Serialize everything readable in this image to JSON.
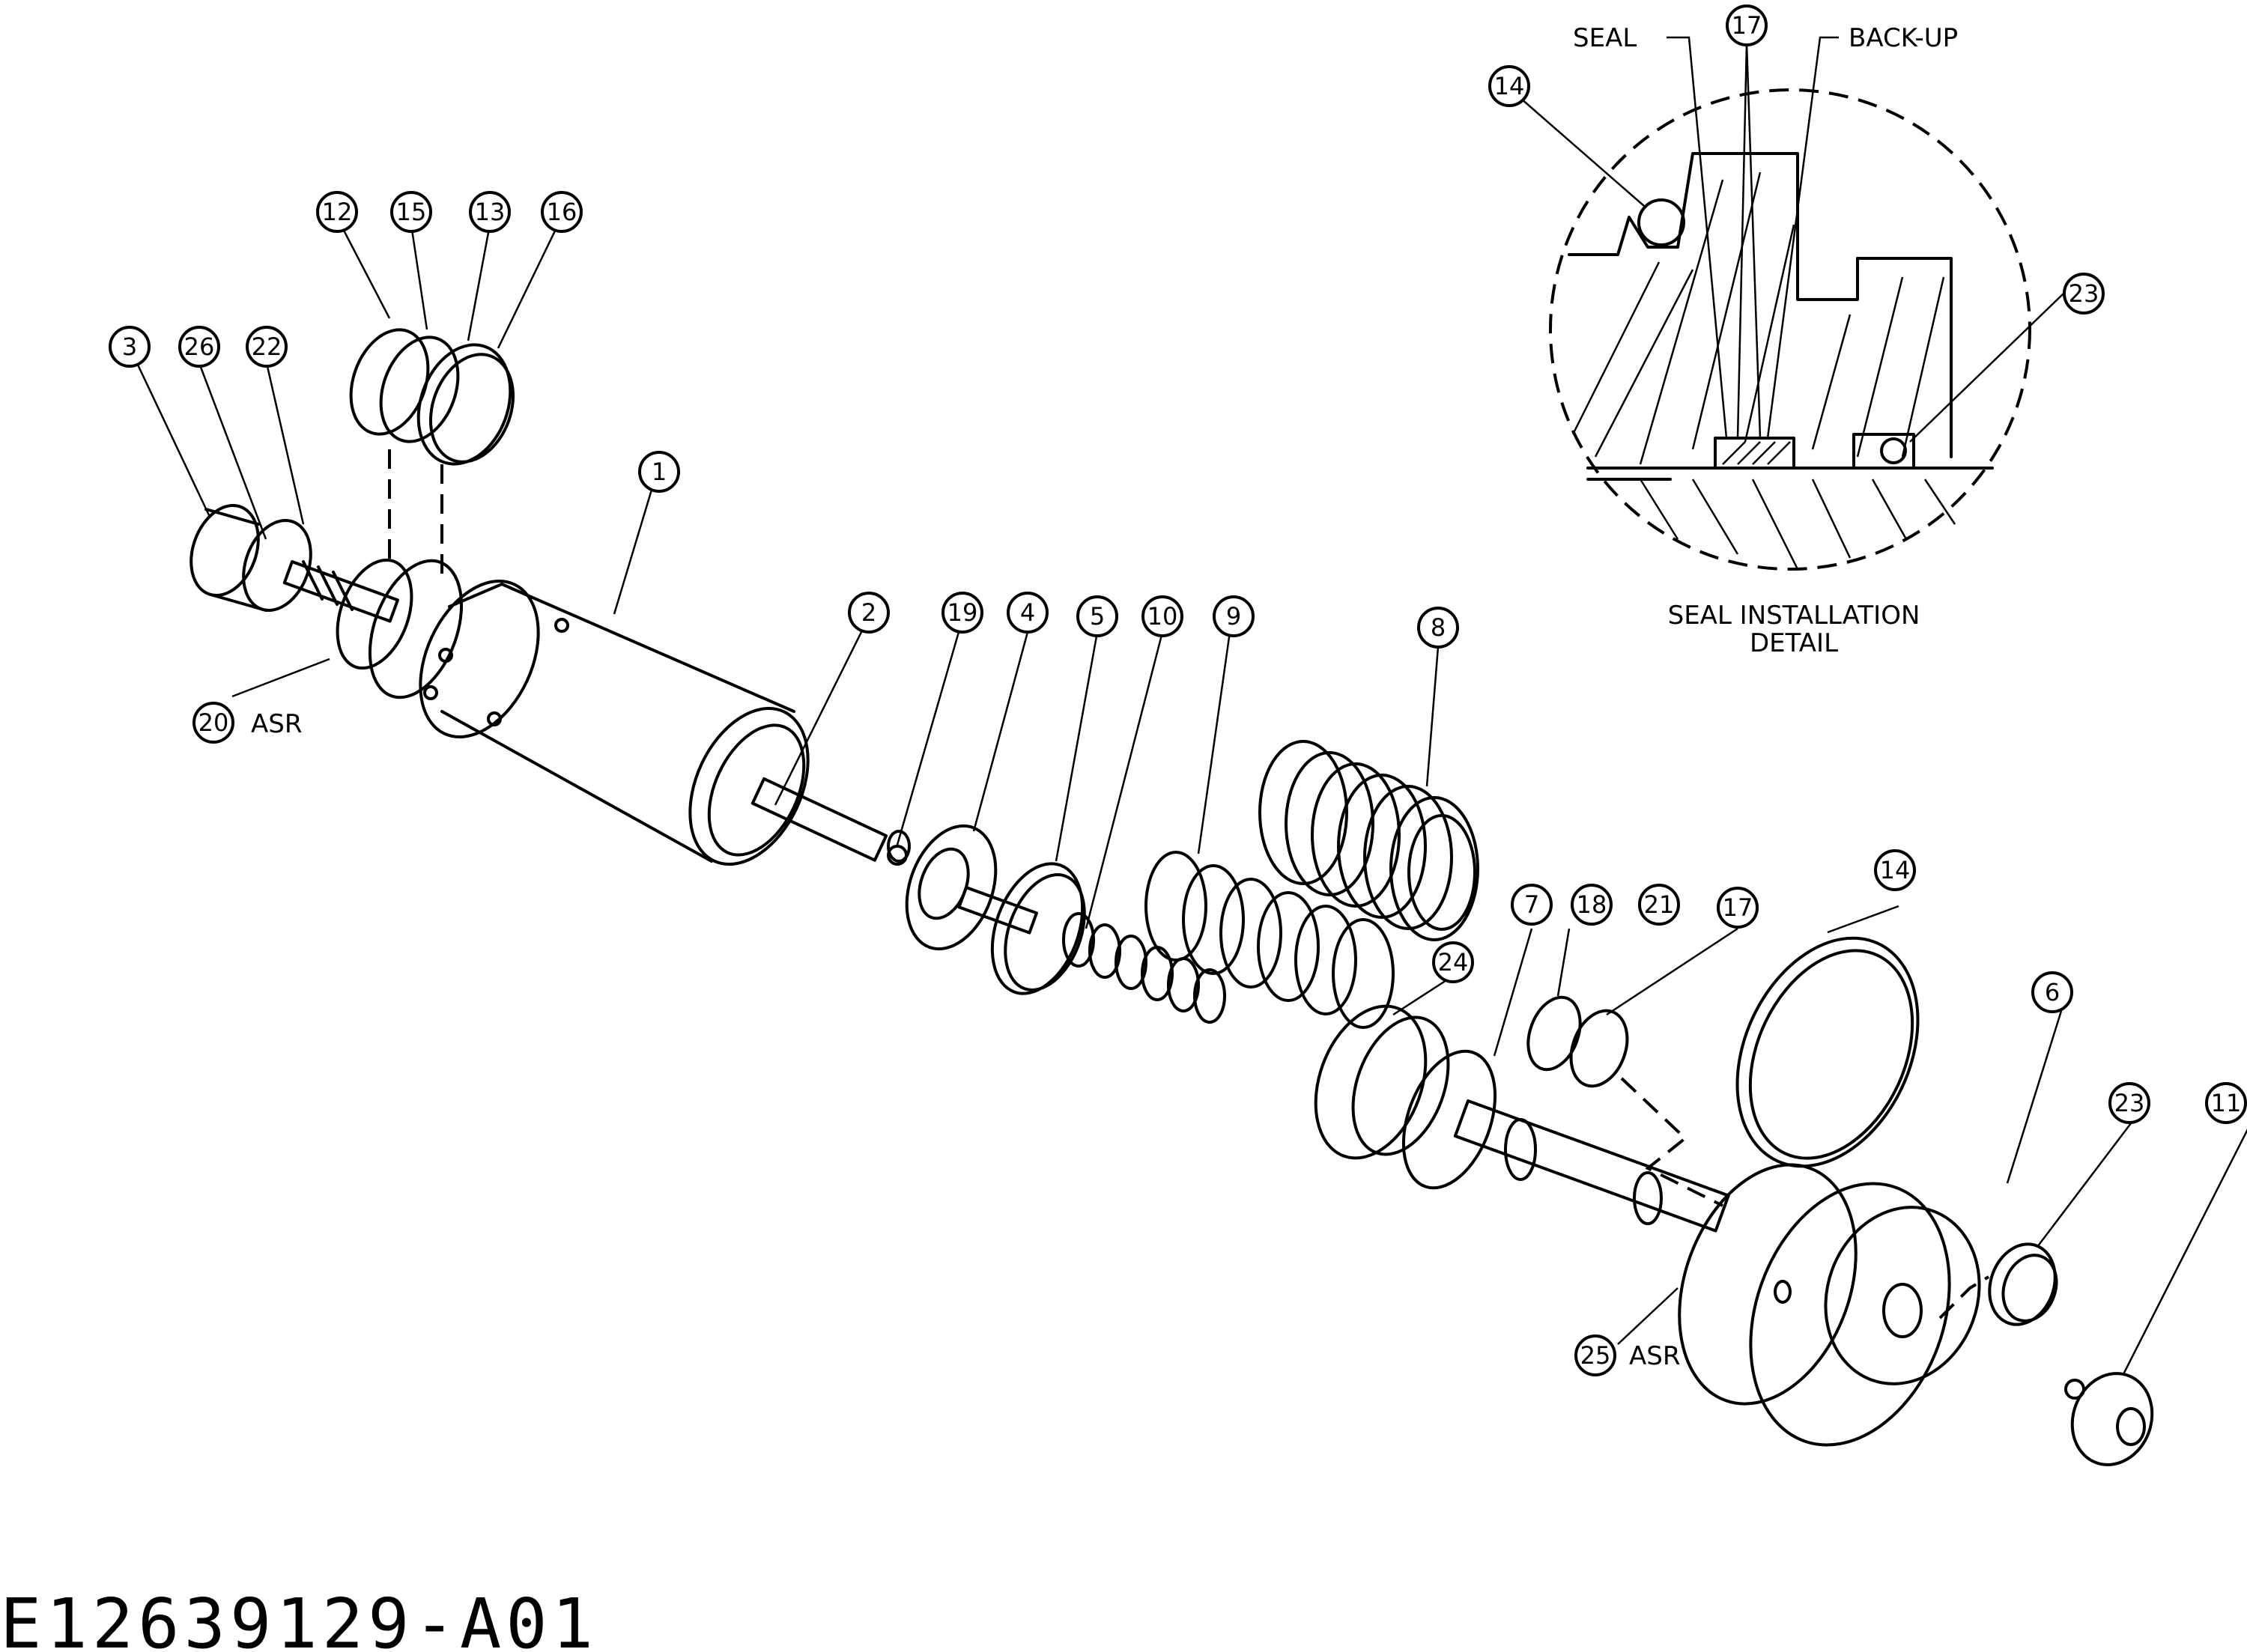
{
  "drawing_number": "E12639129-A01",
  "detail": {
    "title_line1": "SEAL INSTALLATION",
    "title_line2": "DETAIL",
    "seal_label": "SEAL",
    "backup_label": "BACK-UP",
    "callouts": [
      "17",
      "14",
      "23"
    ]
  },
  "callouts": {
    "c1": "1",
    "c2": "2",
    "c3": "3",
    "c4": "4",
    "c5": "5",
    "c6": "6",
    "c7": "7",
    "c8": "8",
    "c9": "9",
    "c10": "10",
    "c11": "11",
    "c12": "12",
    "c13": "13",
    "c14": "14",
    "c15": "15",
    "c16": "16",
    "c17": "17",
    "c18": "18",
    "c19": "19",
    "c20": "20",
    "c21": "21",
    "c22": "22",
    "c23": "23",
    "c24": "24",
    "c25": "25",
    "c26": "26"
  },
  "suffix_asr": "ASR"
}
